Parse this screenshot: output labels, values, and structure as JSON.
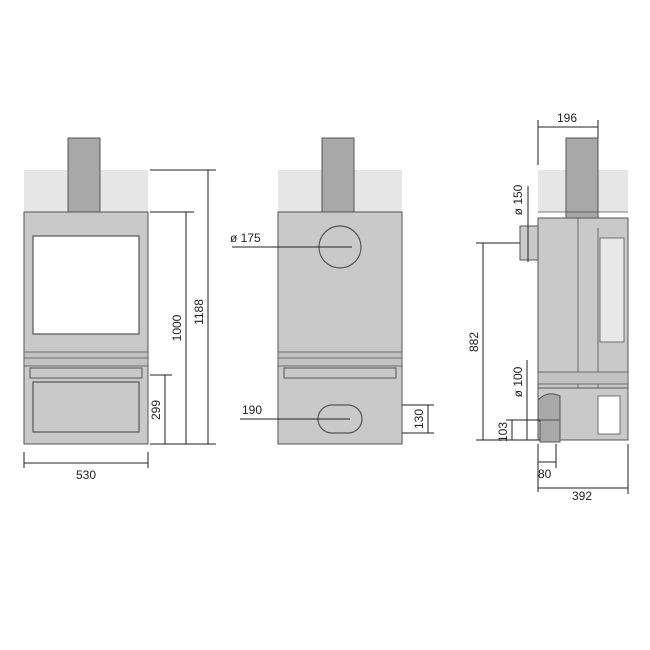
{
  "dimensions": {
    "front_width": "530",
    "total_height": "1188",
    "upper_height": "1000",
    "base_height": "299",
    "flue_top_diameter": "ø 175",
    "rear_inlet_width": "190",
    "rear_inlet_height": "130",
    "side_flue_offset": "196",
    "side_outlet_diameter": "ø 150",
    "side_height": "882",
    "side_inlet_diameter": "ø 100",
    "side_inlet_height": "103",
    "side_inlet_offset": "80",
    "side_depth": "392"
  },
  "colors": {
    "body": "#c9c9c9",
    "hood": "#e6e6e6",
    "flue": "#a8a8a8",
    "line": "#222222"
  }
}
